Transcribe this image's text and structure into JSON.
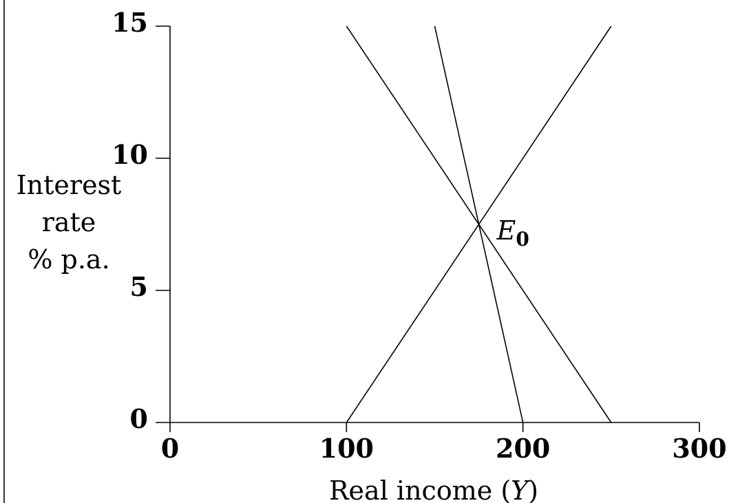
{
  "chart_data": {
    "type": "line",
    "title": "",
    "xlabel_prefix": "Real income (",
    "xlabel_var": "Y",
    "xlabel_suffix": ")",
    "ylabel_lines": [
      "Interest",
      "rate",
      "% p.a."
    ],
    "xlim": [
      0,
      300
    ],
    "ylim": [
      0,
      15
    ],
    "x_ticks": [
      0,
      100,
      200,
      300
    ],
    "y_ticks": [
      0,
      5,
      10,
      15
    ],
    "grid": false,
    "series": [
      {
        "x": [
          100,
          250
        ],
        "y": [
          0,
          15
        ]
      },
      {
        "x": [
          150,
          200
        ],
        "y": [
          15,
          0
        ]
      },
      {
        "x": [
          100,
          250
        ],
        "y": [
          15,
          0
        ]
      }
    ],
    "annotations": [
      {
        "text": "E",
        "subscript": "0",
        "x": 175,
        "y": 7.5
      }
    ]
  }
}
